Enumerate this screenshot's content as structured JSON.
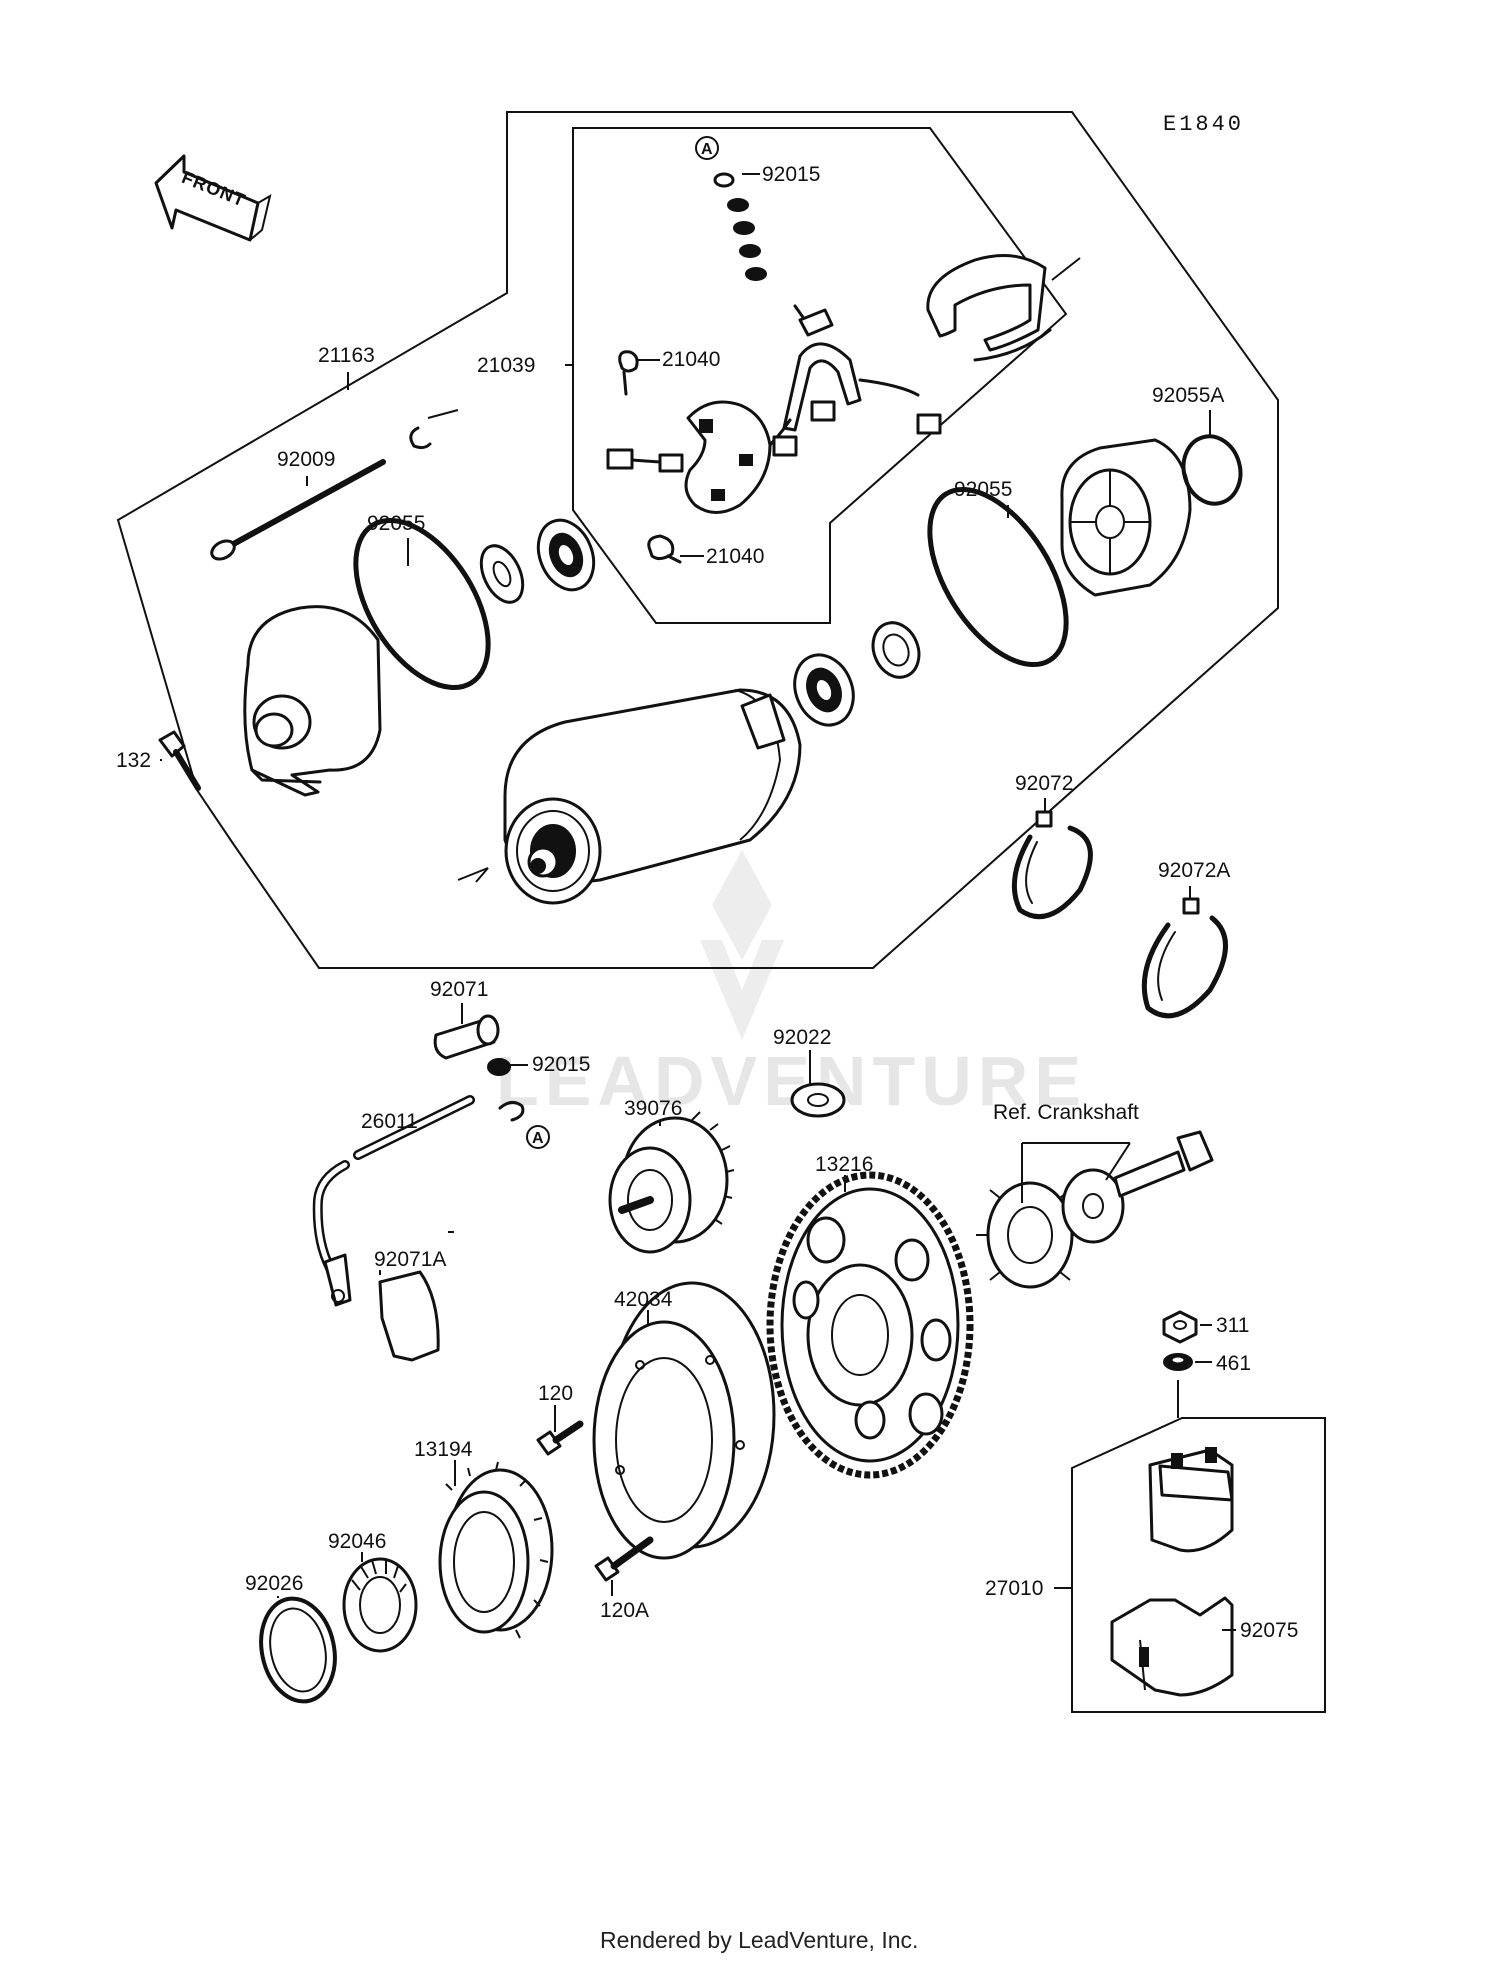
{
  "diagram": {
    "ref_code": "E1840",
    "front_label": "FRONT",
    "callout_marker": "A",
    "labels": {
      "p21163": "21163",
      "p21039": "21039",
      "p92015_top": "92015",
      "p21040_upper": "21040",
      "p21040_lower": "21040",
      "p92009": "92009",
      "p92055_left": "92055",
      "p92055_right": "92055",
      "p92055A": "92055A",
      "p132": "132",
      "p92072": "92072",
      "p92072A": "92072A",
      "p92071": "92071",
      "p92015_mid": "92015",
      "p92022": "92022",
      "p26011": "26011",
      "p39076": "39076",
      "ref_crankshaft": "Ref. Crankshaft",
      "p13216": "13216",
      "p92071A": "92071A",
      "p42034": "42034",
      "p311": "311",
      "p461": "461",
      "p120": "120",
      "p13194": "13194",
      "p92046": "92046",
      "p92026": "92026",
      "p120A": "120A",
      "p27010": "27010",
      "p92075": "92075"
    }
  },
  "watermark": "LEADVENTURE",
  "footer": "Rendered by LeadVenture, Inc."
}
